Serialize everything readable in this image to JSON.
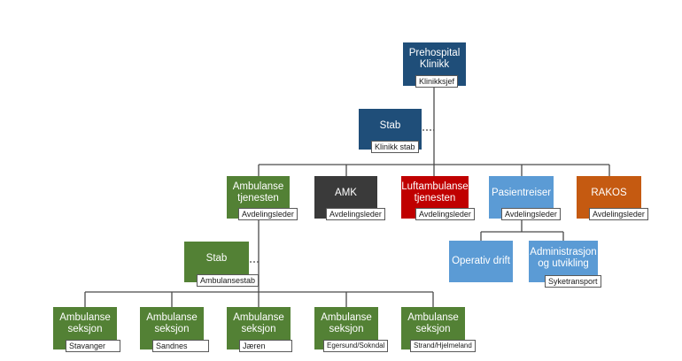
{
  "colors": {
    "navy": "#1f4e79",
    "green": "#538135",
    "dark": "#3a3a3a",
    "red": "#c00000",
    "light_blue": "#5b9bd5",
    "orange": "#c55a11",
    "line": "#4a4a4a"
  },
  "top": {
    "title": "Prehospital\nKlinikk",
    "tag": "Klinikksjef"
  },
  "stab": {
    "title": "Stab",
    "tag": "Klinikk stab"
  },
  "departments": [
    {
      "title": "Ambulanse\ntjenesten",
      "tag": "Avdelingsleder"
    },
    {
      "title": "AMK",
      "tag": "Avdelingsleder"
    },
    {
      "title": "Luftambulanse\ntjenesten",
      "tag": "Avdelingsleder"
    },
    {
      "title": "Pasientreiser",
      "tag": "Avdelingsleder"
    },
    {
      "title": "RAKOS",
      "tag": "Avdelingsleder"
    }
  ],
  "ambulance_stab": {
    "title": "Stab",
    "tag": "Ambulansestab"
  },
  "patient_units": [
    {
      "title": "Operativ drift"
    },
    {
      "title": "Administrasjon\nog utvikling",
      "tag": "Syketransport"
    }
  ],
  "sections": [
    {
      "title": "Ambulanse\nseksjon",
      "tag": "Stavanger"
    },
    {
      "title": "Ambulanse\nseksjon",
      "tag": "Sandnes"
    },
    {
      "title": "Ambulanse\nseksjon",
      "tag": "Jæren"
    },
    {
      "title": "Ambulanse\nseksjon",
      "tag": "Egersund/Sokndal"
    },
    {
      "title": "Ambulanse\nseksjon",
      "tag": "Strand/Hjelmeland"
    }
  ]
}
